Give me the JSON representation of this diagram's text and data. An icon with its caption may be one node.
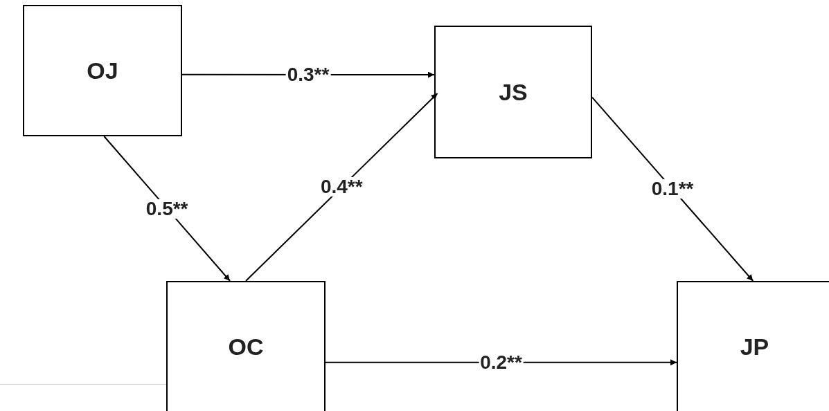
{
  "diagram": {
    "nodes": [
      {
        "text": [
          "OJ"
        ]
      },
      {
        "text": [
          "JS"
        ]
      },
      {
        "text": [
          "OC"
        ]
      },
      {
        "text": [
          "JP"
        ]
      }
    ],
    "edges": [
      {
        "from": 0,
        "to": 1,
        "arrow": "to",
        "label": "0.3**"
      },
      {
        "from": 0,
        "to": 2,
        "arrow": "to",
        "label": "0.5**"
      },
      {
        "from": 2,
        "to": 1,
        "arrow": "to",
        "label": "0.4**"
      },
      {
        "from": 1,
        "to": 3,
        "arrow": "to",
        "label": "0.1**"
      },
      {
        "from": 2,
        "to": 3,
        "arrow": "to",
        "label": "0.2**"
      }
    ]
  }
}
